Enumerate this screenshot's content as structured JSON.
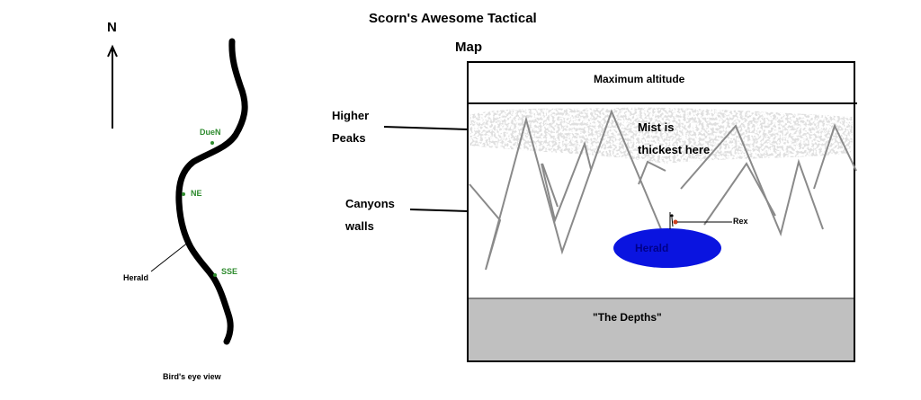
{
  "title": "Scorn's Awesome Tactical",
  "title_line2": "Map",
  "birdseye": {
    "north_label": "N",
    "points": {
      "duen": "DueN",
      "ne": "NE",
      "sse": "SSE"
    },
    "herald_label": "Herald",
    "caption": "Bird's eye view"
  },
  "cross_section": {
    "top_band": "Maximum altitude",
    "mist_line1": "Mist is",
    "mist_line2": "thickest here",
    "rex_label": "Rex",
    "herald_label": "Herald",
    "depths_label": "\"The Depths\"",
    "higher_peaks_line1": "Higher",
    "higher_peaks_line2": "Peaks",
    "canyon_walls_line1": "Canyons",
    "canyon_walls_line2": "walls"
  },
  "colors": {
    "herald": "#0a14e0",
    "depths": "#c0c0c0",
    "mist": "#bdbdbd",
    "mountain": "#8a8a8a",
    "points": "#2e8b2e",
    "rex": "#d04020"
  },
  "icons": [
    "north-arrow-icon",
    "rex-figure-icon"
  ]
}
